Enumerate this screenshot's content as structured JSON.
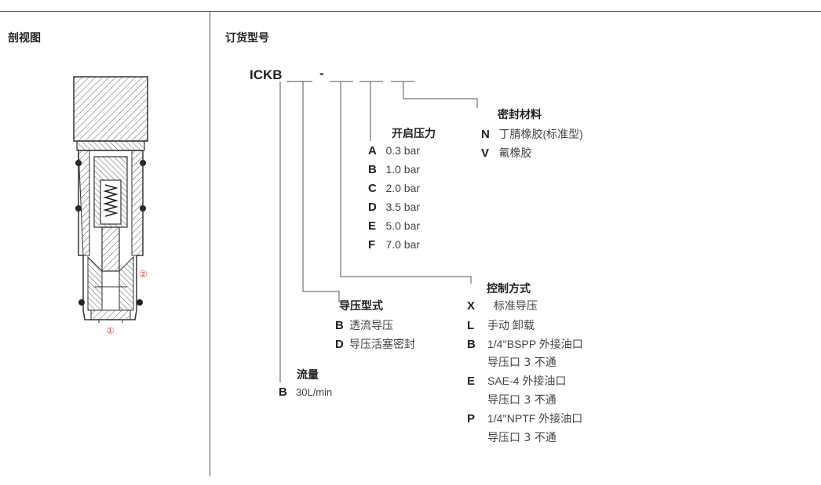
{
  "section_left_title": "剖视图",
  "section_right_title": "订货型号",
  "callouts": {
    "port1": "①",
    "port2": "②"
  },
  "model": {
    "prefix": "ICKB",
    "blank1": "___",
    "dash": "-",
    "blank2": "__",
    "blank3": "__",
    "blank4": "__"
  },
  "seal_material": {
    "title": "密封材料",
    "options": [
      {
        "code": "N",
        "label": "丁腈橡胶(标准型)"
      },
      {
        "code": "V",
        "label": "氟橡胶"
      }
    ]
  },
  "cracking_pressure": {
    "title": "开启压力",
    "options": [
      {
        "code": "A",
        "label": "0.3 bar"
      },
      {
        "code": "B",
        "label": "1.0 bar"
      },
      {
        "code": "C",
        "label": "2.0 bar"
      },
      {
        "code": "D",
        "label": "3.5 bar"
      },
      {
        "code": "E",
        "label": "5.0 bar"
      },
      {
        "code": "F",
        "label": "7.0 bar"
      }
    ]
  },
  "control_mode": {
    "title": "控制方式",
    "options": [
      {
        "code": "X",
        "line1": " 标准导压",
        "line2": ""
      },
      {
        "code": "L",
        "line1": "手动 卸载",
        "line2": ""
      },
      {
        "code": "B",
        "line1": "1/4''BSPP 外接油口",
        "line2": "导压口 3 不通"
      },
      {
        "code": "E",
        "line1": "SAE-4 外接油口",
        "line2": "导压口 3 不通"
      },
      {
        "code": "P",
        "line1": "1/4''NPTF 外接油口",
        "line2": "导压口 3 不通"
      }
    ]
  },
  "pilot_type": {
    "title": "导压型式",
    "options": [
      {
        "code": "B",
        "label": "透流导压"
      },
      {
        "code": "D",
        "label": "导压活塞密封"
      }
    ]
  },
  "flow": {
    "title": "流量",
    "options": [
      {
        "code": "B",
        "label": "30L/min"
      }
    ]
  }
}
